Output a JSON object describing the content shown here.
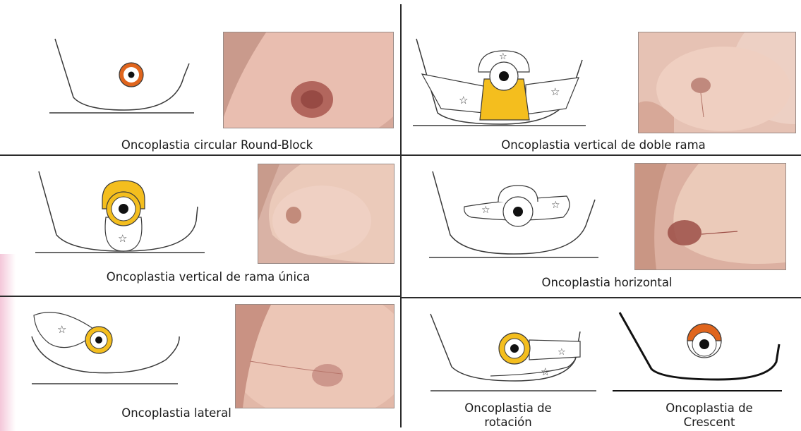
{
  "panels": [
    {
      "id": "round-block",
      "caption": "Oncoplastia circular Round-Block"
    },
    {
      "id": "vertical-double",
      "caption": "Oncoplastia vertical de doble rama"
    },
    {
      "id": "vertical-single",
      "caption": "Oncoplastia vertical de rama única"
    },
    {
      "id": "horizontal",
      "caption": "Oncoplastia horizontal"
    },
    {
      "id": "lateral",
      "caption": "Oncoplastia lateral"
    },
    {
      "id": "rotation",
      "caption_line1": "Oncoplastia de",
      "caption_line2": "rotación"
    },
    {
      "id": "crescent",
      "caption_line1": "Oncoplastia de",
      "caption_line2": "Crescent"
    }
  ],
  "colors": {
    "orange": "#e0651d",
    "yellow": "#f4be1e",
    "line": "#3a3a3a",
    "skin": "#e9b9a8",
    "areola": "#a8574f"
  }
}
